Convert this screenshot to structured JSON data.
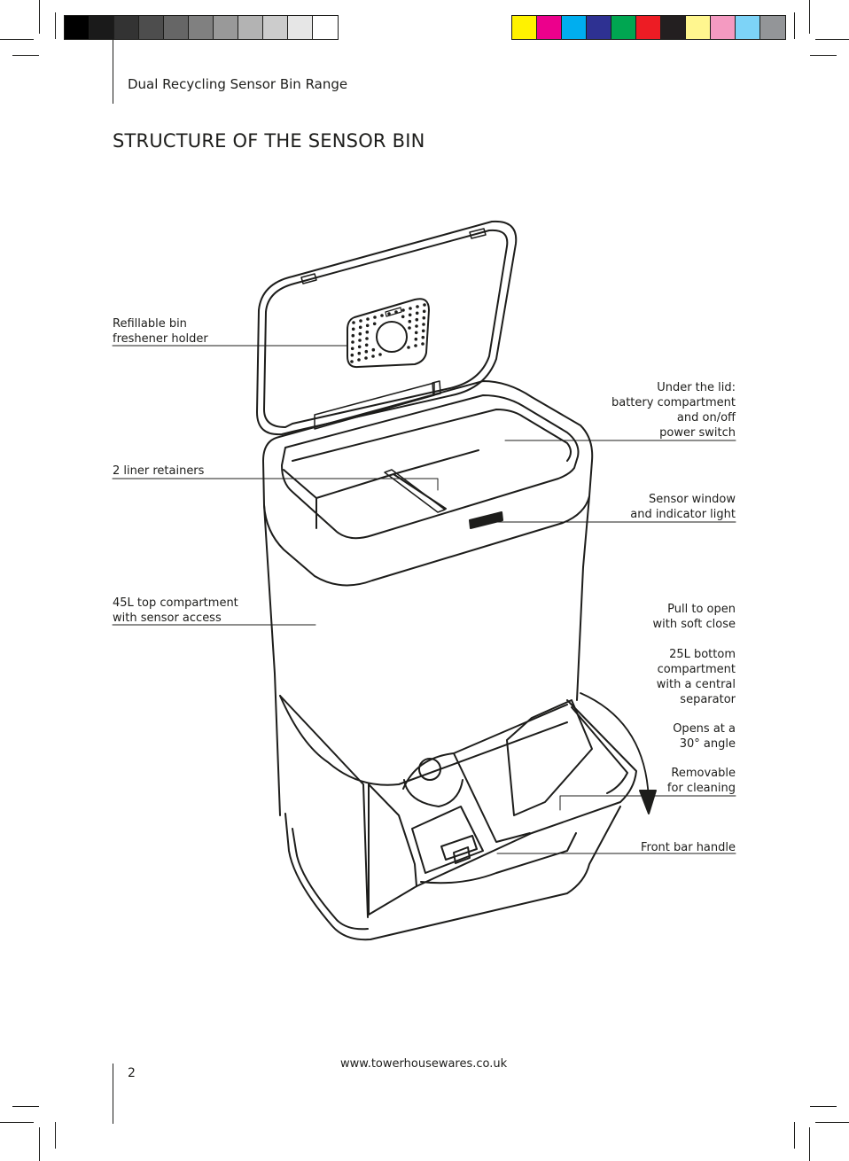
{
  "header": {
    "title": "Dual Recycling Sensor Bin Range"
  },
  "page_title": "STRUCTURE OF THE SENSOR BIN",
  "colors": {
    "ink": "#1d1d1b",
    "grayscale": [
      "#000000",
      "#1a1a1a",
      "#333333",
      "#4d4d4d",
      "#666666",
      "#808080",
      "#999999",
      "#b3b3b3",
      "#cccccc",
      "#e6e6e6",
      "#ffffff"
    ],
    "process": [
      "#fff200",
      "#ec008c",
      "#00aeef",
      "#2e3192",
      "#00a651",
      "#ed1c24",
      "#231f20",
      "#fff68f",
      "#f49ac1",
      "#7dd3f7",
      "#939598"
    ]
  },
  "labels_left": {
    "freshener": [
      "Refillable bin",
      "freshener holder"
    ],
    "liners": [
      "2 liner retainers"
    ],
    "top_compartment": [
      "45L top compartment",
      "with sensor access"
    ]
  },
  "labels_right": {
    "under_lid": [
      "Under the lid:",
      "battery compartment",
      "and on/off",
      "power switch"
    ],
    "sensor": [
      "Sensor window",
      "and indicator light"
    ],
    "pull": [
      "Pull to open",
      "with soft close"
    ],
    "bottom": [
      "25L bottom",
      "compartment",
      "with a central",
      "separator"
    ],
    "angle": [
      "Opens at a",
      "30° angle"
    ],
    "removable": [
      "Removable",
      "for cleaning"
    ],
    "handle": [
      "Front bar handle"
    ]
  },
  "footer": {
    "page_number": "2",
    "url": "www.towerhousewares.co.uk"
  }
}
